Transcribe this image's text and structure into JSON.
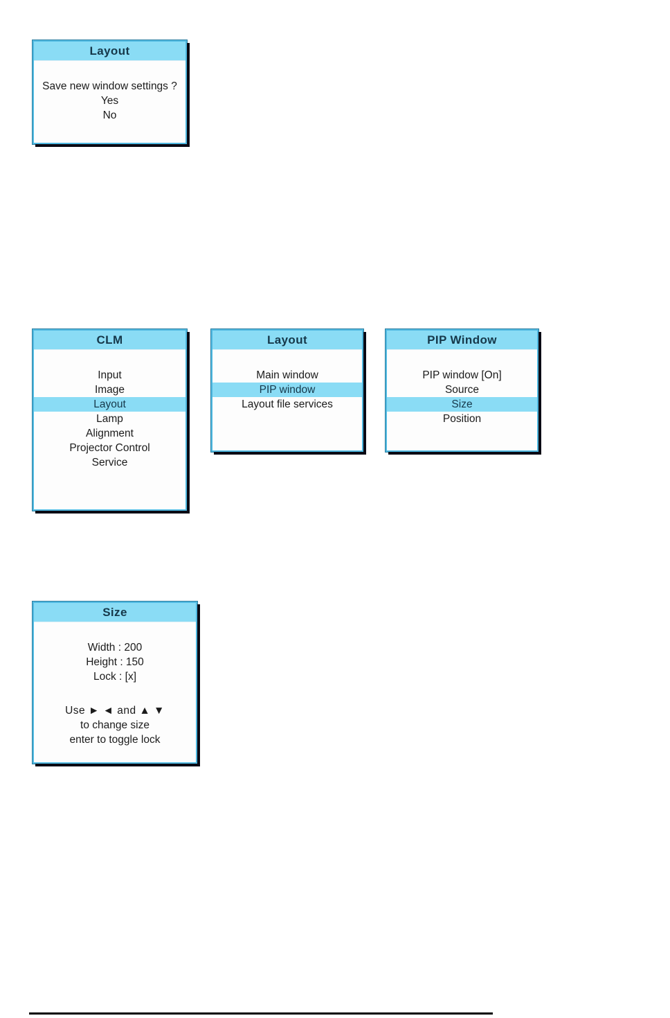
{
  "theme": {
    "title_bar_color": "#8adcf5",
    "highlight_color": "#8adcf5",
    "panel_background": "#fdfdfd",
    "panel_border_color": "#4fb8e0",
    "shadow_color": "#0a0a14",
    "text_color": "#1b1b1b",
    "title_text_color": "#16384a"
  },
  "panels": {
    "save_layout_dialog": {
      "title": "Layout",
      "prompt": "Save new window settings ?",
      "options": [
        {
          "label": "Yes",
          "selected": false
        },
        {
          "label": "No",
          "selected": false
        }
      ]
    },
    "clm_menu": {
      "title": "CLM",
      "items": [
        {
          "label": "Input",
          "selected": false
        },
        {
          "label": "Image",
          "selected": false
        },
        {
          "label": "Layout",
          "selected": true
        },
        {
          "label": "Lamp",
          "selected": false
        },
        {
          "label": "Alignment",
          "selected": false
        },
        {
          "label": "Projector Control",
          "selected": false
        },
        {
          "label": "Service",
          "selected": false
        }
      ]
    },
    "layout_menu": {
      "title": "Layout",
      "items": [
        {
          "label": "Main window",
          "selected": false
        },
        {
          "label": "PIP window",
          "selected": true
        },
        {
          "label": "Layout file services",
          "selected": false
        }
      ]
    },
    "pip_window_menu": {
      "title": "PIP Window",
      "items": [
        {
          "label": "PIP window [On]",
          "selected": false
        },
        {
          "label": "Source",
          "selected": false
        },
        {
          "label": "Size",
          "selected": true
        },
        {
          "label": "Position",
          "selected": false
        }
      ]
    },
    "size_dialog": {
      "title": "Size",
      "fields": [
        {
          "label": "Width",
          "separator": ":",
          "value": "200"
        },
        {
          "label": "Height",
          "separator": ":",
          "value": "150"
        },
        {
          "label": "Lock",
          "separator": ":",
          "value": "[x]"
        }
      ],
      "field_lines": [
        "Width : 200",
        "Height : 150",
        "Lock : [x]"
      ],
      "help": {
        "line1_prefix": "Use",
        "arrow_right": "►",
        "arrow_left": "◄",
        "line1_joiner": "and",
        "arrow_up": "▲",
        "arrow_down": "▼",
        "line1_full": "Use ► ◄ and ▲ ▼",
        "line2": "to change size",
        "line3": "enter to toggle lock"
      }
    }
  }
}
